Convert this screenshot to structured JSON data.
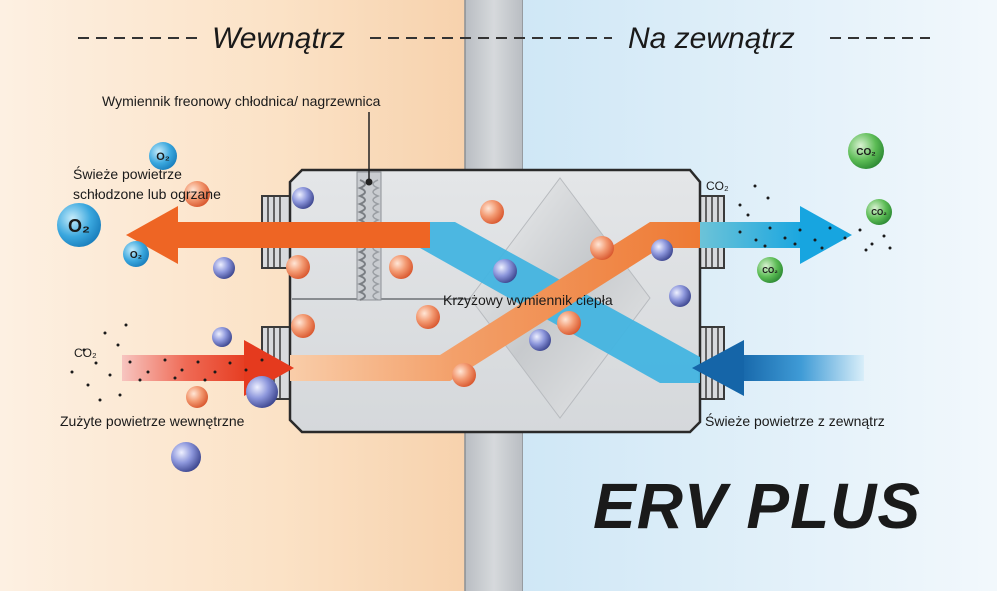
{
  "header": {
    "inside_title": "Wewnątrz",
    "outside_title": "Na zewnątrz"
  },
  "labels": {
    "freon_exchanger": "Wymiennik freonowy chłodnica/ nagrzewnica",
    "fresh_air_conditioned_line1": "Świeże powietrze",
    "fresh_air_conditioned_line2": "schłodzone lub ogrzane",
    "cross_exchanger": "Krzyżowy wymiennik ciepła",
    "exhaust_indoor_air": "Zużyte powietrze wewnętrzne",
    "fresh_outdoor_air": "Świeże powietrze z zewnątrz"
  },
  "molecules": {
    "o2": "O₂",
    "co2": "CO₂",
    "co2_plain": "CO"
  },
  "brand": {
    "logo_text": "ERV PLUS"
  },
  "colors": {
    "indoor_bg": "#fbe0c4",
    "outdoor_bg": "#ddeef8",
    "wall": "#c9cdd1",
    "warm_arrow": "#ee6a2a",
    "cold_arrow": "#1e85c8",
    "o2_bubble": "#3aa7de",
    "co2_bubble": "#4caf50",
    "logo": "#c6c8cb"
  }
}
